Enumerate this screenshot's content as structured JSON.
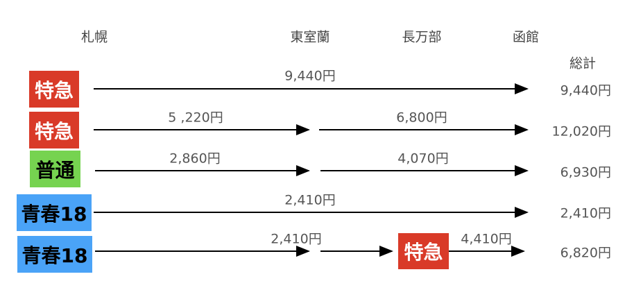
{
  "stations": [
    "札幌",
    "東室蘭",
    "長万部",
    "函館"
  ],
  "total_header": "総計",
  "rows": [
    {
      "train": "特急",
      "fares": [
        "9,440円"
      ],
      "total": "9,440円"
    },
    {
      "train": "特急",
      "fares": [
        "5 ,220円",
        "6,800円"
      ],
      "total": "12,020円"
    },
    {
      "train": "普通",
      "fares": [
        "2,860円",
        "4,070円"
      ],
      "total": "6,930円"
    },
    {
      "train": "青春18",
      "fares": [
        "2,410円"
      ],
      "total": "2,410円"
    },
    {
      "train": "青春18",
      "transfer_train": "特急",
      "fares": [
        "2,410円",
        "4,410円"
      ],
      "total": "6,820円"
    }
  ],
  "colors": {
    "express": "#d93a28",
    "local": "#76d350",
    "seishun18": "#4aa3f7"
  }
}
